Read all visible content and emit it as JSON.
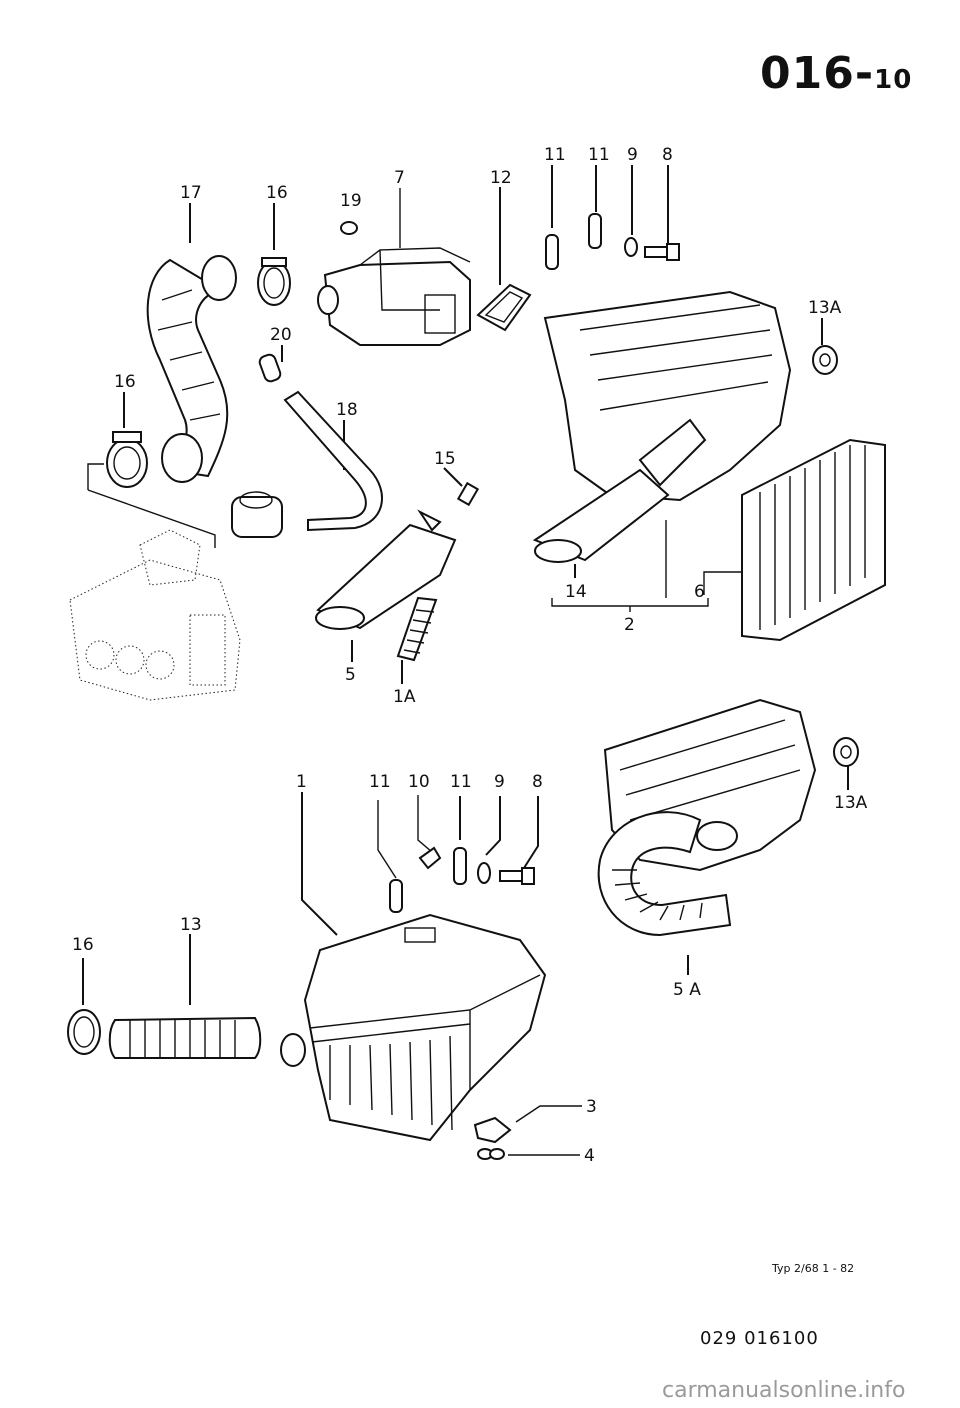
{
  "header": {
    "page_number": "016-",
    "page_sub": "10"
  },
  "callouts": {
    "c17": "17",
    "c16a": "16",
    "c19": "19",
    "c7": "7",
    "c12": "12",
    "c11a": "11",
    "c11b": "11",
    "c9a": "9",
    "c8a": "8",
    "c13A_top": "13A",
    "c20": "20",
    "c16b": "16",
    "c18": "18",
    "c15": "15",
    "c14": "14",
    "c6": "6",
    "c2": "2",
    "c5": "5",
    "c1A": "1A",
    "c1": "1",
    "c11c": "11",
    "c10": "10",
    "c11d": "11",
    "c9b": "9",
    "c8b": "8",
    "c13A_bot": "13A",
    "c16c": "16",
    "c13": "13",
    "c5A": "5 A",
    "c3": "3",
    "c4": "4"
  },
  "footer": {
    "typ": "Typ 2/68    1 - 82",
    "part_number": "029  016100",
    "watermark": "carmanualsonline.info"
  }
}
